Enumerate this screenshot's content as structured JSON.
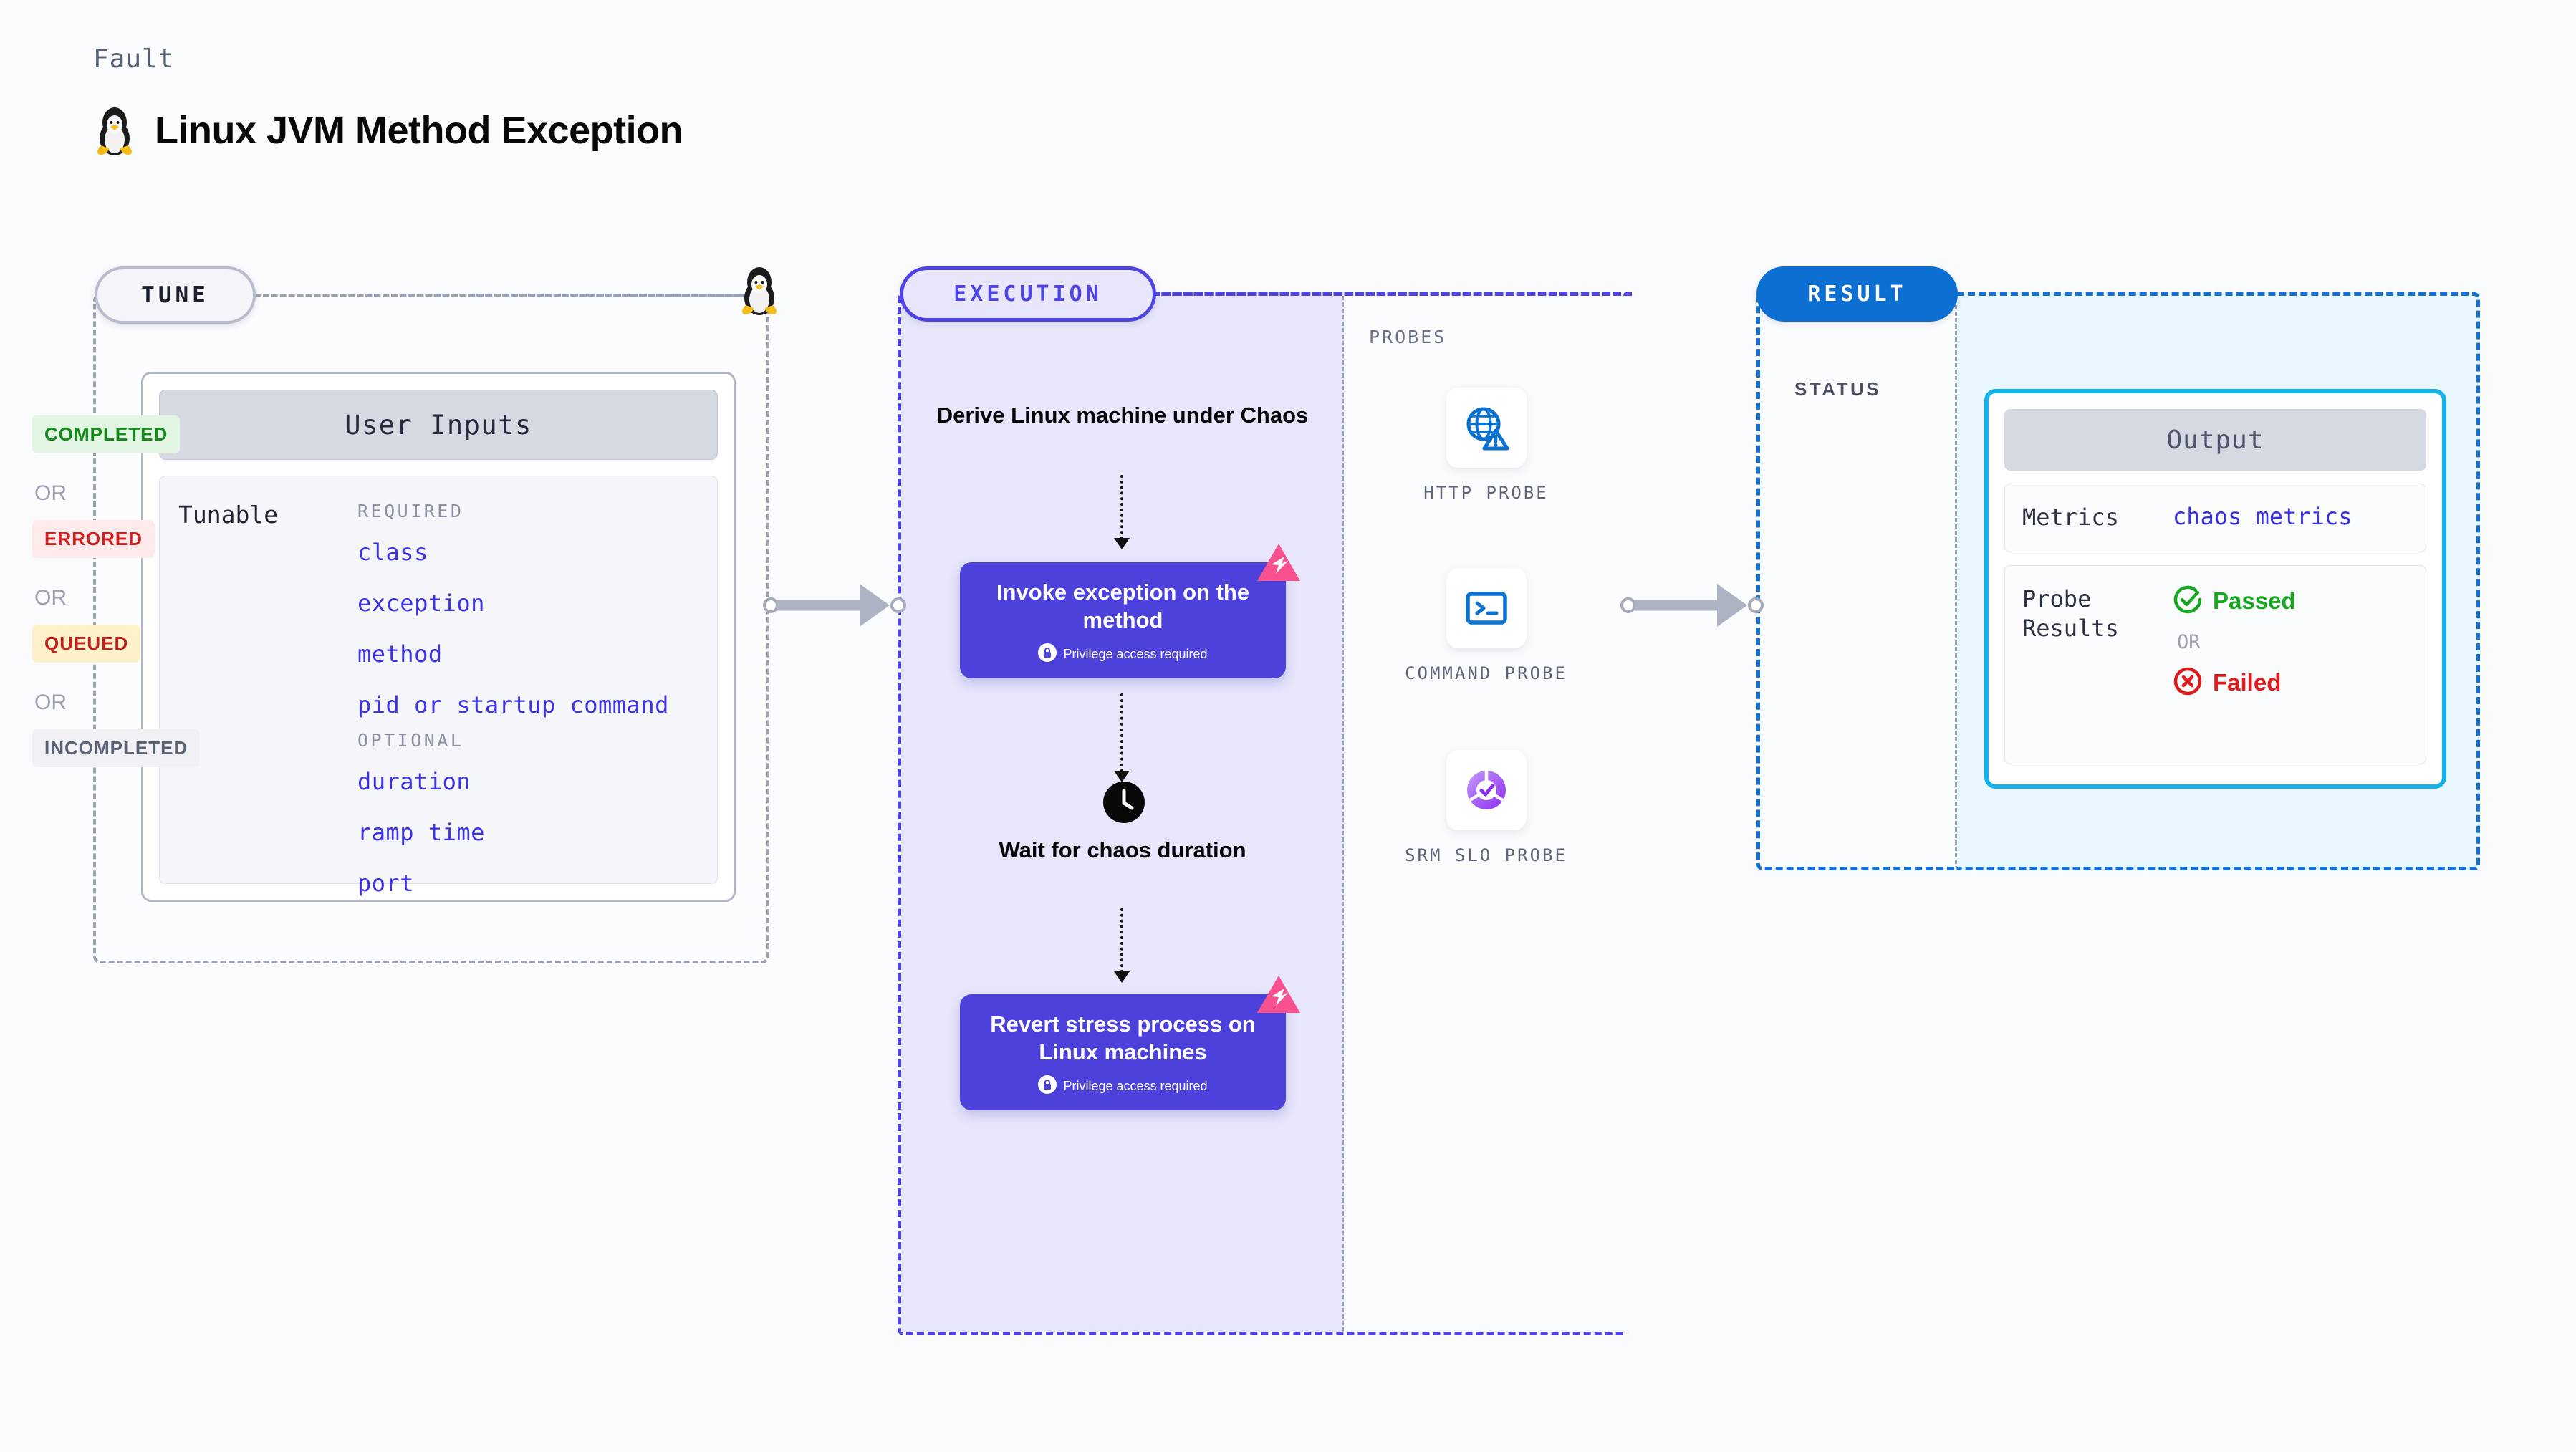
{
  "header": {
    "fault_label": "Fault",
    "title": "Linux JVM Method Exception",
    "icon": "linux-tux-icon"
  },
  "tune": {
    "badge": "TUNE",
    "icon": "linux-tux-icon",
    "user_inputs_header": "User Inputs",
    "tunable_label": "Tunable",
    "groups": [
      {
        "title": "REQUIRED",
        "items": [
          "class",
          "exception",
          "method",
          "pid or startup command"
        ]
      },
      {
        "title": "OPTIONAL",
        "items": [
          "duration",
          "ramp time",
          "port"
        ]
      }
    ]
  },
  "execution": {
    "badge": "EXECUTION",
    "steps": [
      {
        "type": "text",
        "label": "Derive Linux machine under Chaos"
      },
      {
        "type": "card",
        "label": "Invoke exception on the method",
        "privilege_note": "Privilege access required",
        "privilege_icon": "lock-icon",
        "ribbon_icon": "chaos-ribbon-icon"
      },
      {
        "type": "text",
        "label": "Wait for chaos duration",
        "icon": "clock-icon"
      },
      {
        "type": "card",
        "label": "Revert stress process on Linux machines",
        "privilege_note": "Privilege access required",
        "privilege_icon": "lock-icon",
        "ribbon_icon": "chaos-ribbon-icon"
      }
    ]
  },
  "probes": {
    "label": "PROBES",
    "items": [
      {
        "name": "HTTP PROBE",
        "icon": "globe-warning-icon"
      },
      {
        "name": "COMMAND PROBE",
        "icon": "terminal-icon"
      },
      {
        "name": "SRM SLO PROBE",
        "icon": "slo-donut-check-icon"
      }
    ]
  },
  "result": {
    "badge": "RESULT",
    "status_label": "STATUS",
    "or_label": "OR",
    "statuses": [
      {
        "label": "COMPLETED",
        "bg": "#e2f6e3",
        "color": "#128a18"
      },
      {
        "label": "ERRORED",
        "bg": "#fdeaea",
        "color": "#d21f1f"
      },
      {
        "label": "QUEUED",
        "bg": "#fdf1c9",
        "color": "#c52020"
      },
      {
        "label": "INCOMPLETED",
        "bg": "#f0f0f5",
        "color": "#5b6174"
      }
    ],
    "output": {
      "header": "Output",
      "metrics_key": "Metrics",
      "metrics_value": "chaos metrics",
      "probe_results_key": "Probe Results",
      "passed": "Passed",
      "failed": "Failed",
      "or_label": "OR",
      "passed_icon": "check-circle-icon",
      "failed_icon": "x-circle-icon"
    }
  },
  "colors": {
    "accent_indigo": "#4f44e3",
    "accent_blue": "#0d6fd1",
    "accent_cyan": "#13b2ea",
    "card_purple": "#4c41db",
    "ribbon_pink": "#f9518f",
    "mono_blue": "#3b32e8"
  }
}
